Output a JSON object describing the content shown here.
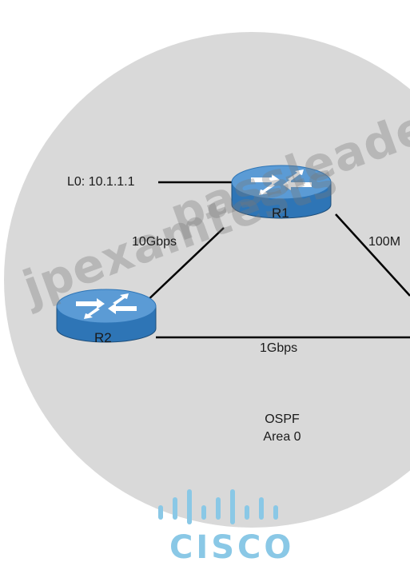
{
  "labels": {
    "loopback": "L0: 10.1.1.1",
    "r1_name": "R1",
    "r2_name": "R2",
    "link_r1_r2": "10Gbps",
    "link_r2_right": "1Gbps",
    "link_r1_right": "100M",
    "area_protocol": "OSPF",
    "area_name": "Area 0"
  },
  "watermark": {
    "line1": "jpexamtests",
    "line2": "passleader"
  },
  "logo": {
    "text": "CISCO"
  },
  "colors": {
    "area_fill": "#d9d9d9",
    "router_top": "#5b9bd5",
    "router_side": "#2e75b6",
    "link": "#000000",
    "logo": "#8ac8e6"
  }
}
